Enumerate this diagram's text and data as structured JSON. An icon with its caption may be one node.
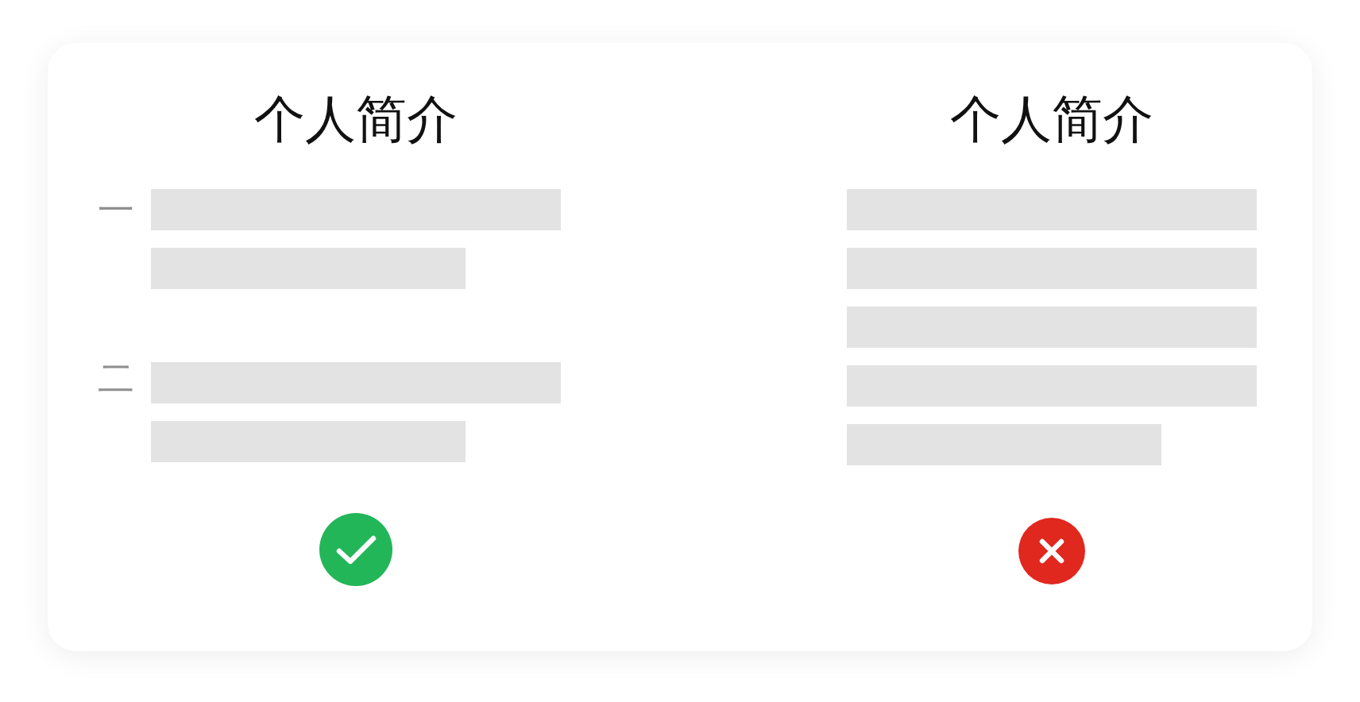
{
  "diagram": {
    "labels": [
      "个人简介",
      "一",
      "二",
      "个人简介"
    ]
  }
}
